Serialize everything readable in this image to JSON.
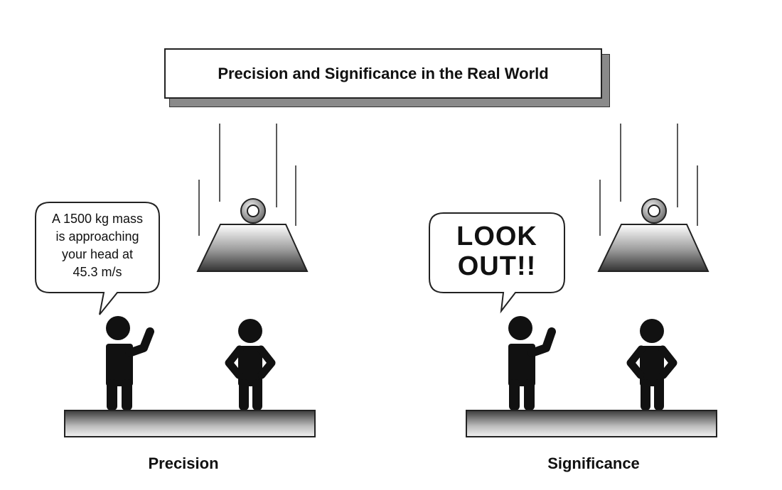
{
  "title": "Precision and Significance in the Real World",
  "panels": [
    {
      "speech": "A 1500 kg mass\nis approaching\nyour head at\n45.3 m/s",
      "caption": "Precision"
    },
    {
      "speech": "LOOK\nOUT!!",
      "caption": "Significance"
    }
  ]
}
